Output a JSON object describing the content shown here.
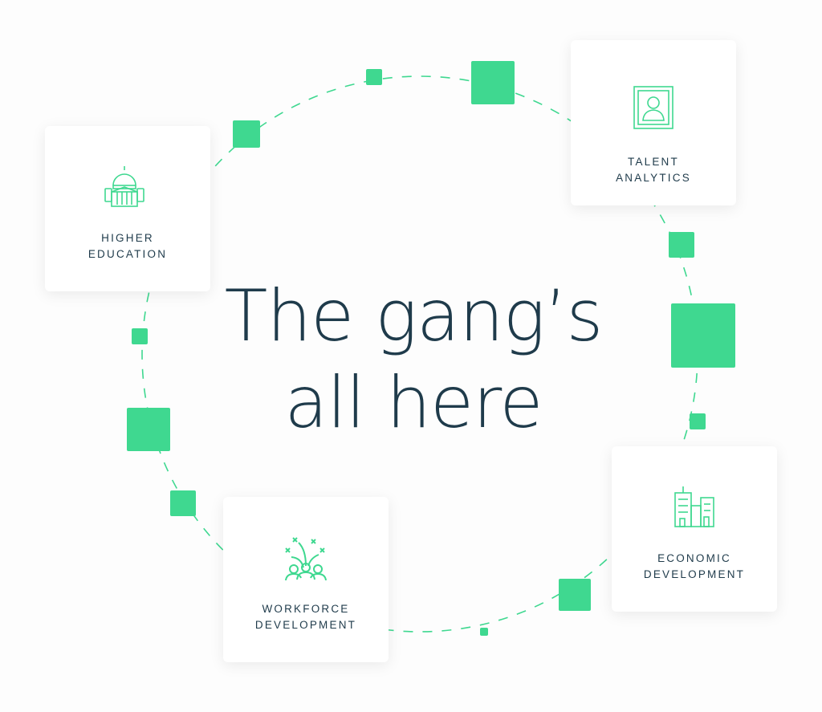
{
  "headline": {
    "line1": "The gang’s",
    "line2": "all here"
  },
  "cards": [
    {
      "line1": "HIGHER",
      "line2": "EDUCATION",
      "icon": "capitol-building-icon"
    },
    {
      "line1": "TALENT",
      "line2": "ANALYTICS",
      "icon": "profile-portrait-icon"
    },
    {
      "line1": "ECONOMIC",
      "line2": "DEVELOPMENT",
      "icon": "city-buildings-icon"
    },
    {
      "line1": "WORKFORCE",
      "line2": "DEVELOPMENT",
      "icon": "celebrating-people-icon"
    }
  ],
  "colors": {
    "accent": "#3fd890",
    "text": "#1f3b4b"
  }
}
